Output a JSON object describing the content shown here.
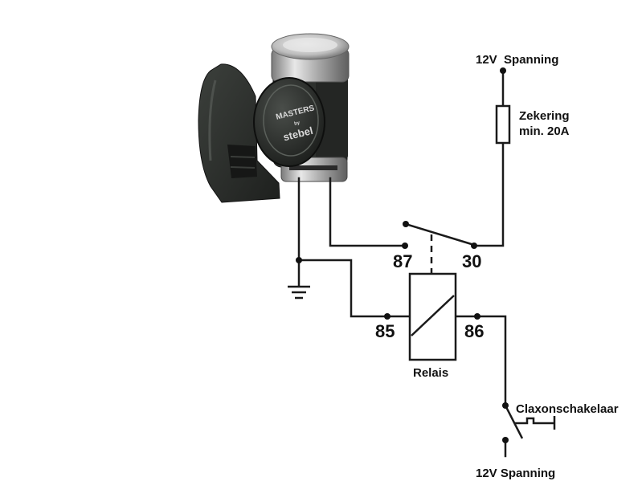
{
  "diagram": {
    "labels": {
      "supply_top": "12V  Spanning",
      "fuse_line1": "Zekering",
      "fuse_line2": "min. 20A",
      "pin_87": "87",
      "pin_30": "30",
      "pin_85": "85",
      "pin_86": "86",
      "relay": "Relais",
      "switch": "Claxonschakelaar",
      "supply_bottom": "12V Spanning"
    },
    "horn_logo": {
      "brand": "MASTERS",
      "by": "by",
      "maker": "stebel"
    },
    "colors": {
      "wire": "#1a1a1a",
      "horn_body": "#2a2d2a",
      "chrome": "#c8c8c8"
    }
  }
}
